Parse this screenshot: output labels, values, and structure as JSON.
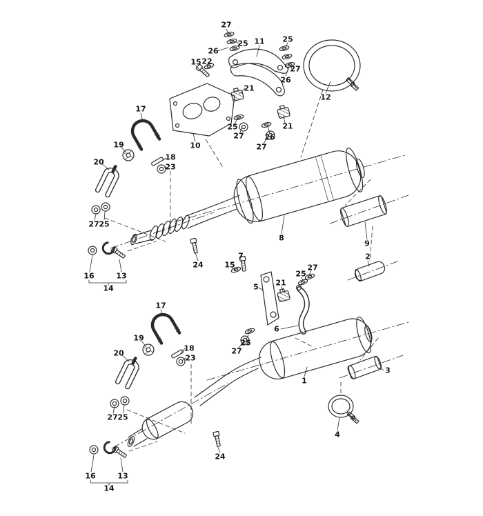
{
  "diagram": {
    "type": "exploded-parts-diagram",
    "subject": "exhaust system",
    "background_color": "#ffffff",
    "line_color": "#2b2b2b",
    "label_color": "#161616"
  },
  "callouts": [
    {
      "label": "27"
    },
    {
      "label": "25"
    },
    {
      "label": "26"
    },
    {
      "label": "11"
    },
    {
      "label": "25"
    },
    {
      "label": "22"
    },
    {
      "label": "15"
    },
    {
      "label": "27"
    },
    {
      "label": "26"
    },
    {
      "label": "12"
    },
    {
      "label": "21"
    },
    {
      "label": "21"
    },
    {
      "label": "25"
    },
    {
      "label": "27"
    },
    {
      "label": "26"
    },
    {
      "label": "10"
    },
    {
      "label": "27"
    },
    {
      "label": "17"
    },
    {
      "label": "19"
    },
    {
      "label": "18"
    },
    {
      "label": "23"
    },
    {
      "label": "20"
    },
    {
      "label": "27"
    },
    {
      "label": "25"
    },
    {
      "label": "8"
    },
    {
      "label": "9"
    },
    {
      "label": "2"
    },
    {
      "label": "16"
    },
    {
      "label": "13"
    },
    {
      "label": "14"
    },
    {
      "label": "24"
    },
    {
      "label": "7"
    },
    {
      "label": "15"
    },
    {
      "label": "5"
    },
    {
      "label": "21"
    },
    {
      "label": "25"
    },
    {
      "label": "27"
    },
    {
      "label": "6"
    },
    {
      "label": "25"
    },
    {
      "label": "27"
    },
    {
      "label": "17"
    },
    {
      "label": "19"
    },
    {
      "label": "18"
    },
    {
      "label": "23"
    },
    {
      "label": "20"
    },
    {
      "label": "27"
    },
    {
      "label": "25"
    },
    {
      "label": "1"
    },
    {
      "label": "3"
    },
    {
      "label": "4"
    },
    {
      "label": "16"
    },
    {
      "label": "13"
    },
    {
      "label": "14"
    },
    {
      "label": "24"
    }
  ]
}
